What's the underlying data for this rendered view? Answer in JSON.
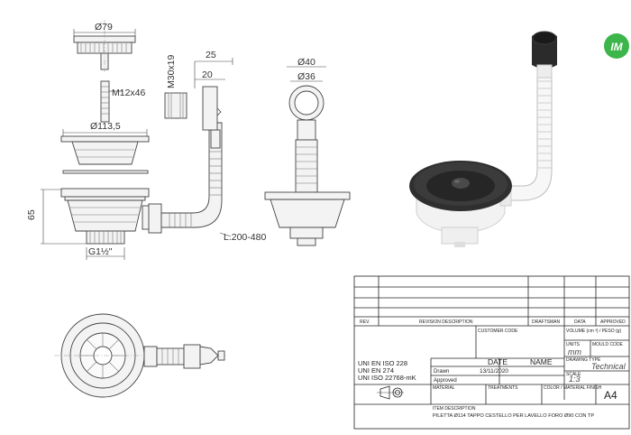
{
  "logo": {
    "text": "IM",
    "color": "#3cb54a"
  },
  "dims": {
    "d79": "Ø79",
    "m12": "M12x46",
    "d1135": "Ø113,5",
    "m30": "M30x19",
    "w25": "25",
    "w20": "20",
    "h65": "65",
    "g112": "G1½\"",
    "length": "L.200-480",
    "d40": "Ø40",
    "d36": "Ø36"
  },
  "title_block": {
    "headers": {
      "rev": "REV.",
      "revision": "REVISION DESCRIPTION",
      "draftsman": "DRAFTSMAN",
      "date": "DATA",
      "approved": "APPROVED"
    },
    "customer_code": "CUSTOMER CODE",
    "volume": "VOLUME (cm ³) / PESO (g)",
    "units_label": "UNITS",
    "units_value": "mm",
    "mould_code": "MOULD CODE",
    "drawing_type_label": "DRAWING TYPE",
    "drawing_type_value": "Technical",
    "scale_label": "SCALE",
    "scale_value": "1:3",
    "standards": [
      "UNI EN ISO 228",
      "UNI EN 274",
      "UNI ISO 22768-mK"
    ],
    "date_header": "DATE",
    "name_header": "NAME",
    "drawn_label": "Drawn",
    "drawn_date": "13/11/2020",
    "approved_label": "Approved",
    "material": "MATERIAL",
    "treatments": "TREATMENTS",
    "color_finish": "COLOR / MATERIAL FINISH",
    "sheet_size": "A4",
    "item_description_label": "ITEM DESCRIPTION",
    "item_description": "PILETTA Ø114 TAPPO CESTELLO PER LAVELLO FORO Ø90 CON TP"
  }
}
